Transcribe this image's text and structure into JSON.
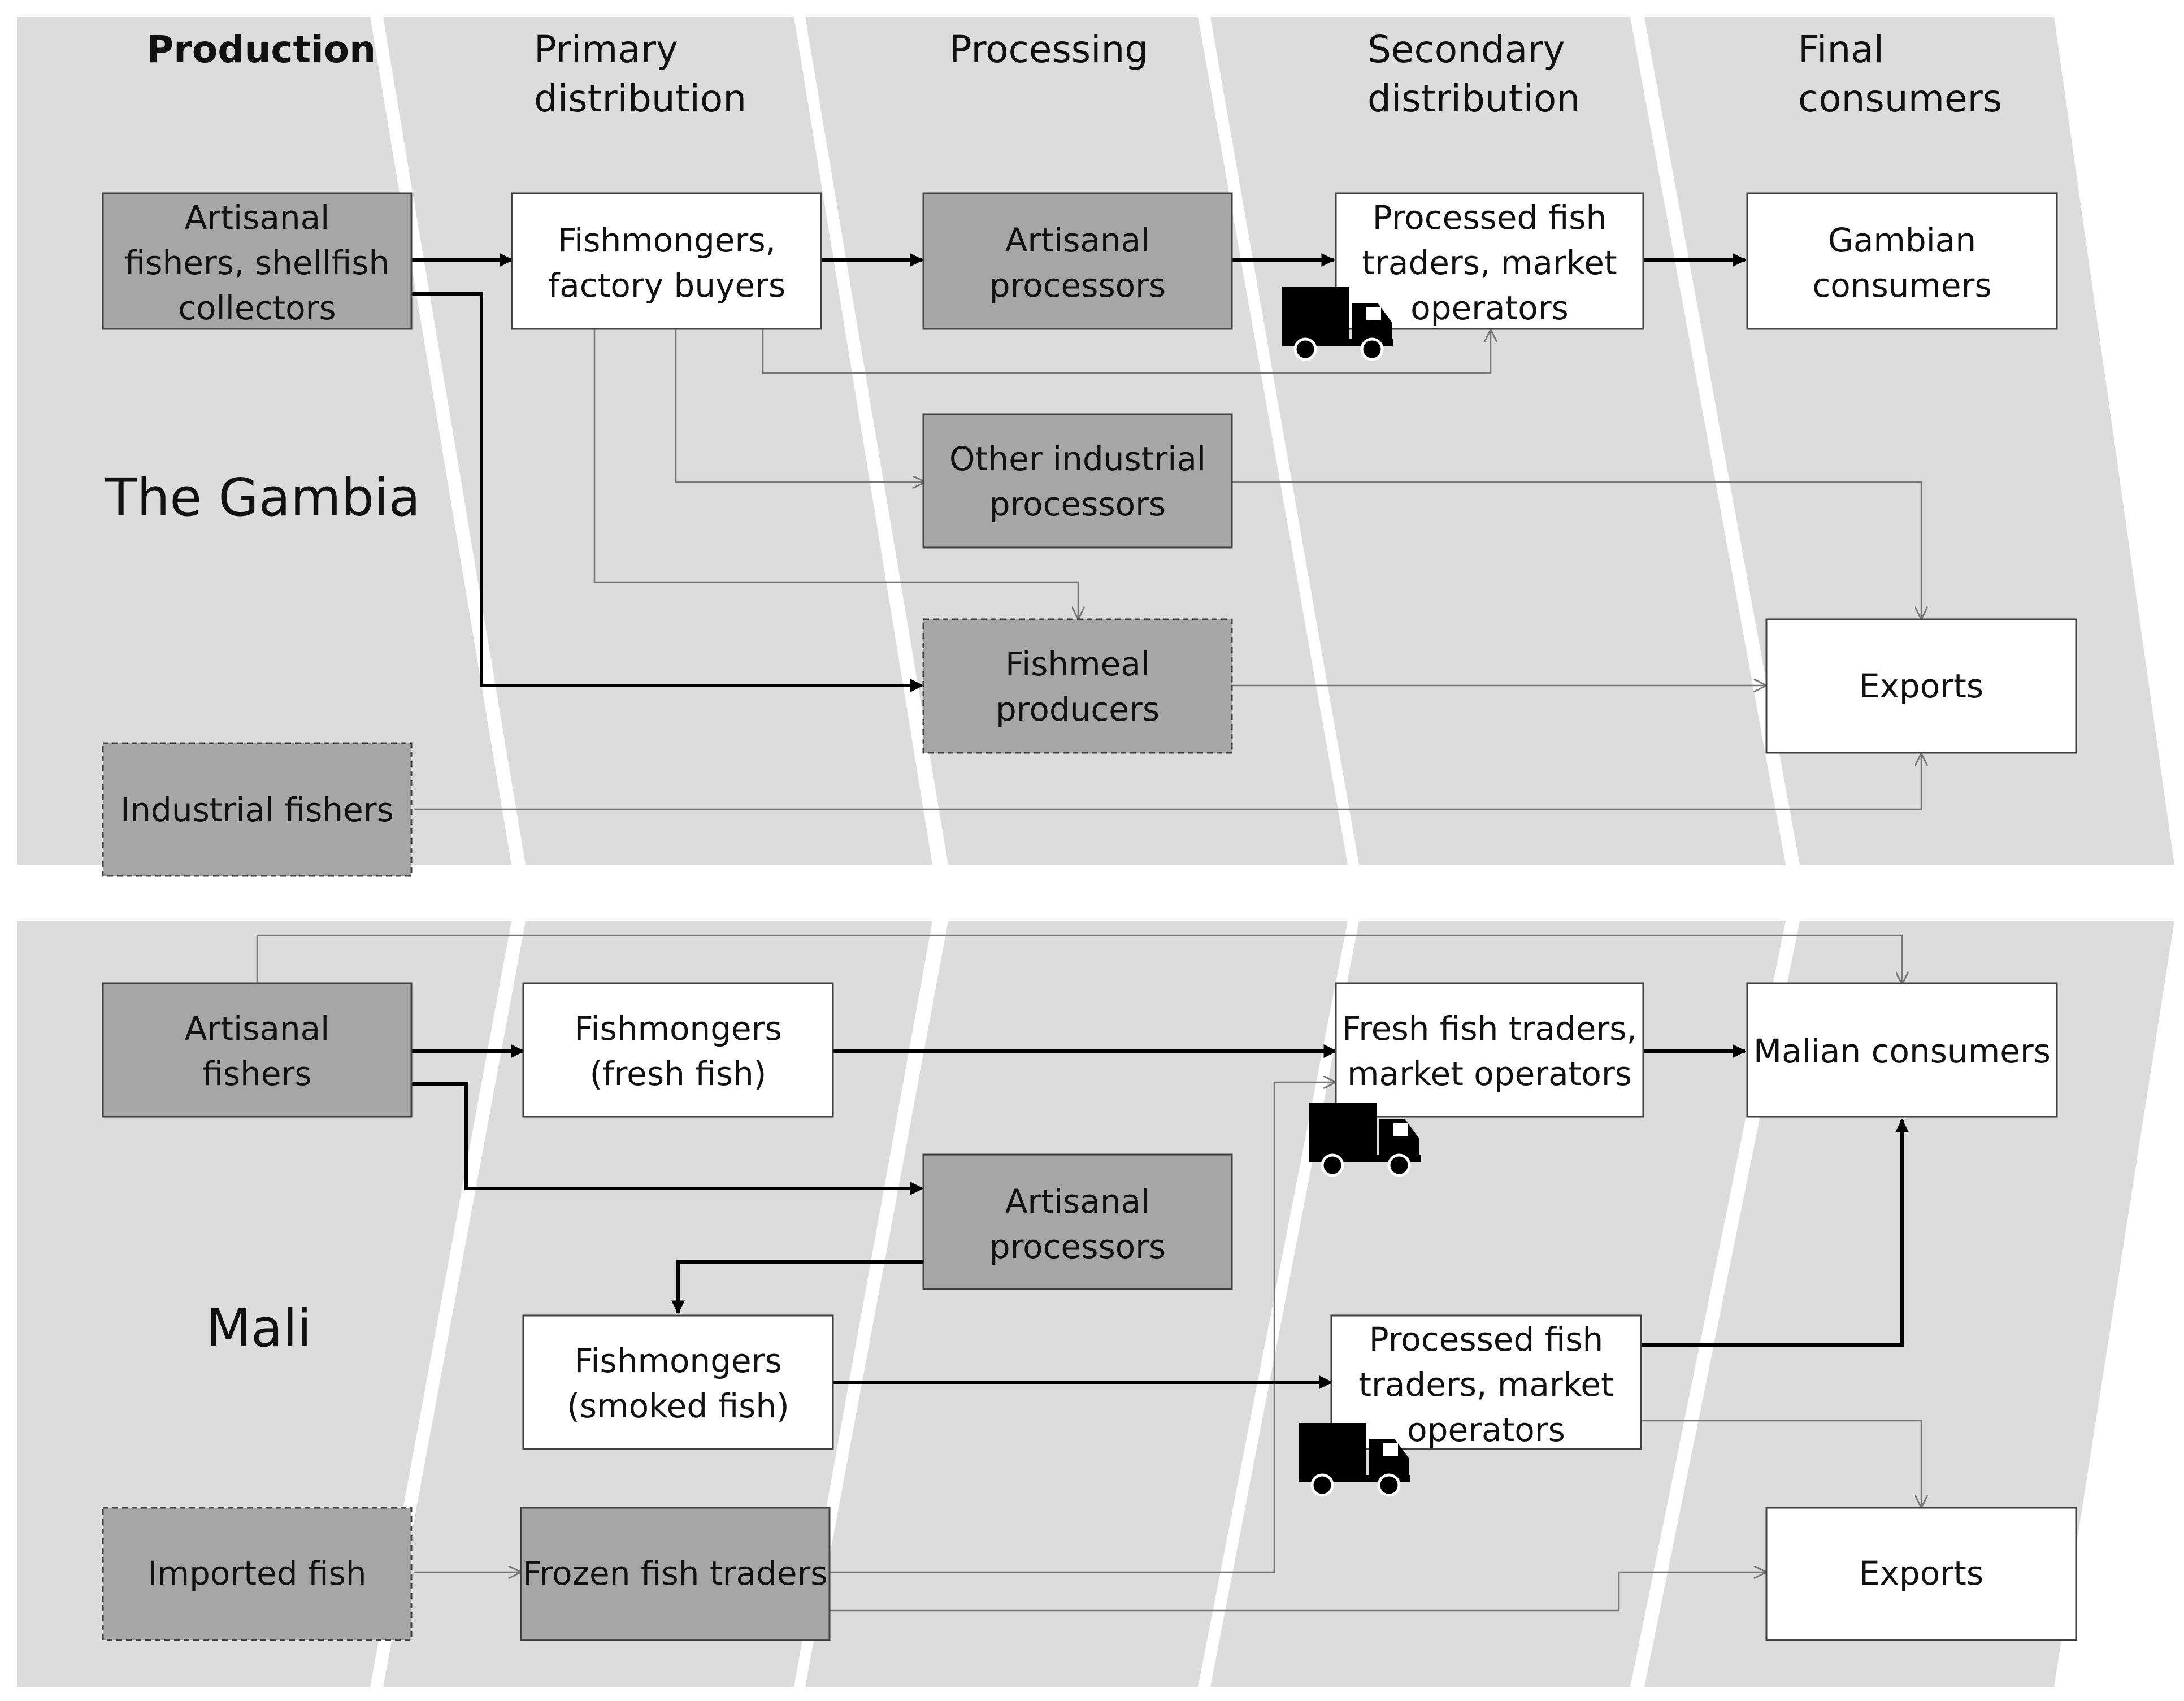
{
  "headers": {
    "production": "Production",
    "primary_1": "Primary",
    "primary_2": "distribution",
    "processing": "Processing",
    "secondary_1": "Secondary",
    "secondary_2": "distribution",
    "final_1": "Final",
    "final_2": "consumers"
  },
  "gambia": {
    "label": "The Gambia",
    "artisanal_fishers": [
      "Artisanal",
      "fishers, shellfish",
      "collectors"
    ],
    "fishmongers": [
      "Fishmongers,",
      "factory buyers"
    ],
    "artisanal_processors": [
      "Artisanal",
      "processors"
    ],
    "processed_traders": [
      "Processed fish",
      "traders, market",
      "operators"
    ],
    "consumers": [
      "Gambian",
      "consumers"
    ],
    "other_processors": [
      "Other industrial",
      "processors"
    ],
    "fishmeal": [
      "Fishmeal",
      "producers"
    ],
    "industrial_fishers": "Industrial fishers",
    "exports": "Exports"
  },
  "mali": {
    "label": "Mali",
    "artisanal_fishers": [
      "Artisanal",
      "fishers"
    ],
    "fishmongers_fresh": [
      "Fishmongers",
      "(fresh fish)"
    ],
    "fresh_traders": [
      "Fresh fish traders,",
      "market operators"
    ],
    "consumers": "Malian consumers",
    "artisanal_processors": [
      "Artisanal",
      "processors"
    ],
    "fishmongers_smoked": [
      "Fishmongers",
      "(smoked fish)"
    ],
    "processed_traders": [
      "Processed fish",
      "traders, market",
      "operators"
    ],
    "imported_fish": "Imported fish",
    "frozen_traders": "Frozen fish traders",
    "exports": "Exports"
  }
}
